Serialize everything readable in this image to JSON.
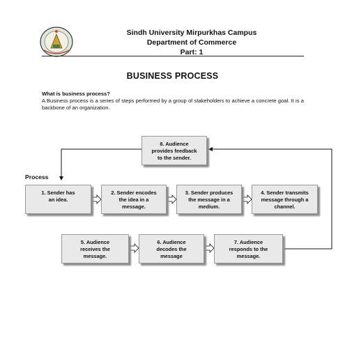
{
  "header": {
    "university": "Sindh University Mirpurkhas Campus",
    "department": "Department of Commerce",
    "part": "Part: 1"
  },
  "title": "BUSINESS PROCESS",
  "question": "What is business process?",
  "definition": "A Business process is a series of steps performed by a group of stakeholders to achieve a concrete goal. It is a backbone of an organization.",
  "diagram": {
    "label": "Process",
    "steps": [
      {
        "lines": [
          "1. Sender has",
          "an idea."
        ]
      },
      {
        "lines": [
          "2. Sender encodes",
          "the idea in a",
          "message."
        ]
      },
      {
        "lines": [
          "3. Sender produces",
          "the message in a",
          "medium."
        ]
      },
      {
        "lines": [
          "4. Sender transmits",
          "message through a",
          "channel."
        ]
      },
      {
        "lines": [
          "5. Audience",
          "receives the",
          "message."
        ]
      },
      {
        "lines": [
          "6. Audience",
          "decodes the",
          "message"
        ]
      },
      {
        "lines": [
          "7. Audience",
          "responds to the",
          "message."
        ]
      },
      {
        "lines": [
          "8. Audience",
          "provides feedback",
          "to the sender."
        ]
      }
    ]
  }
}
